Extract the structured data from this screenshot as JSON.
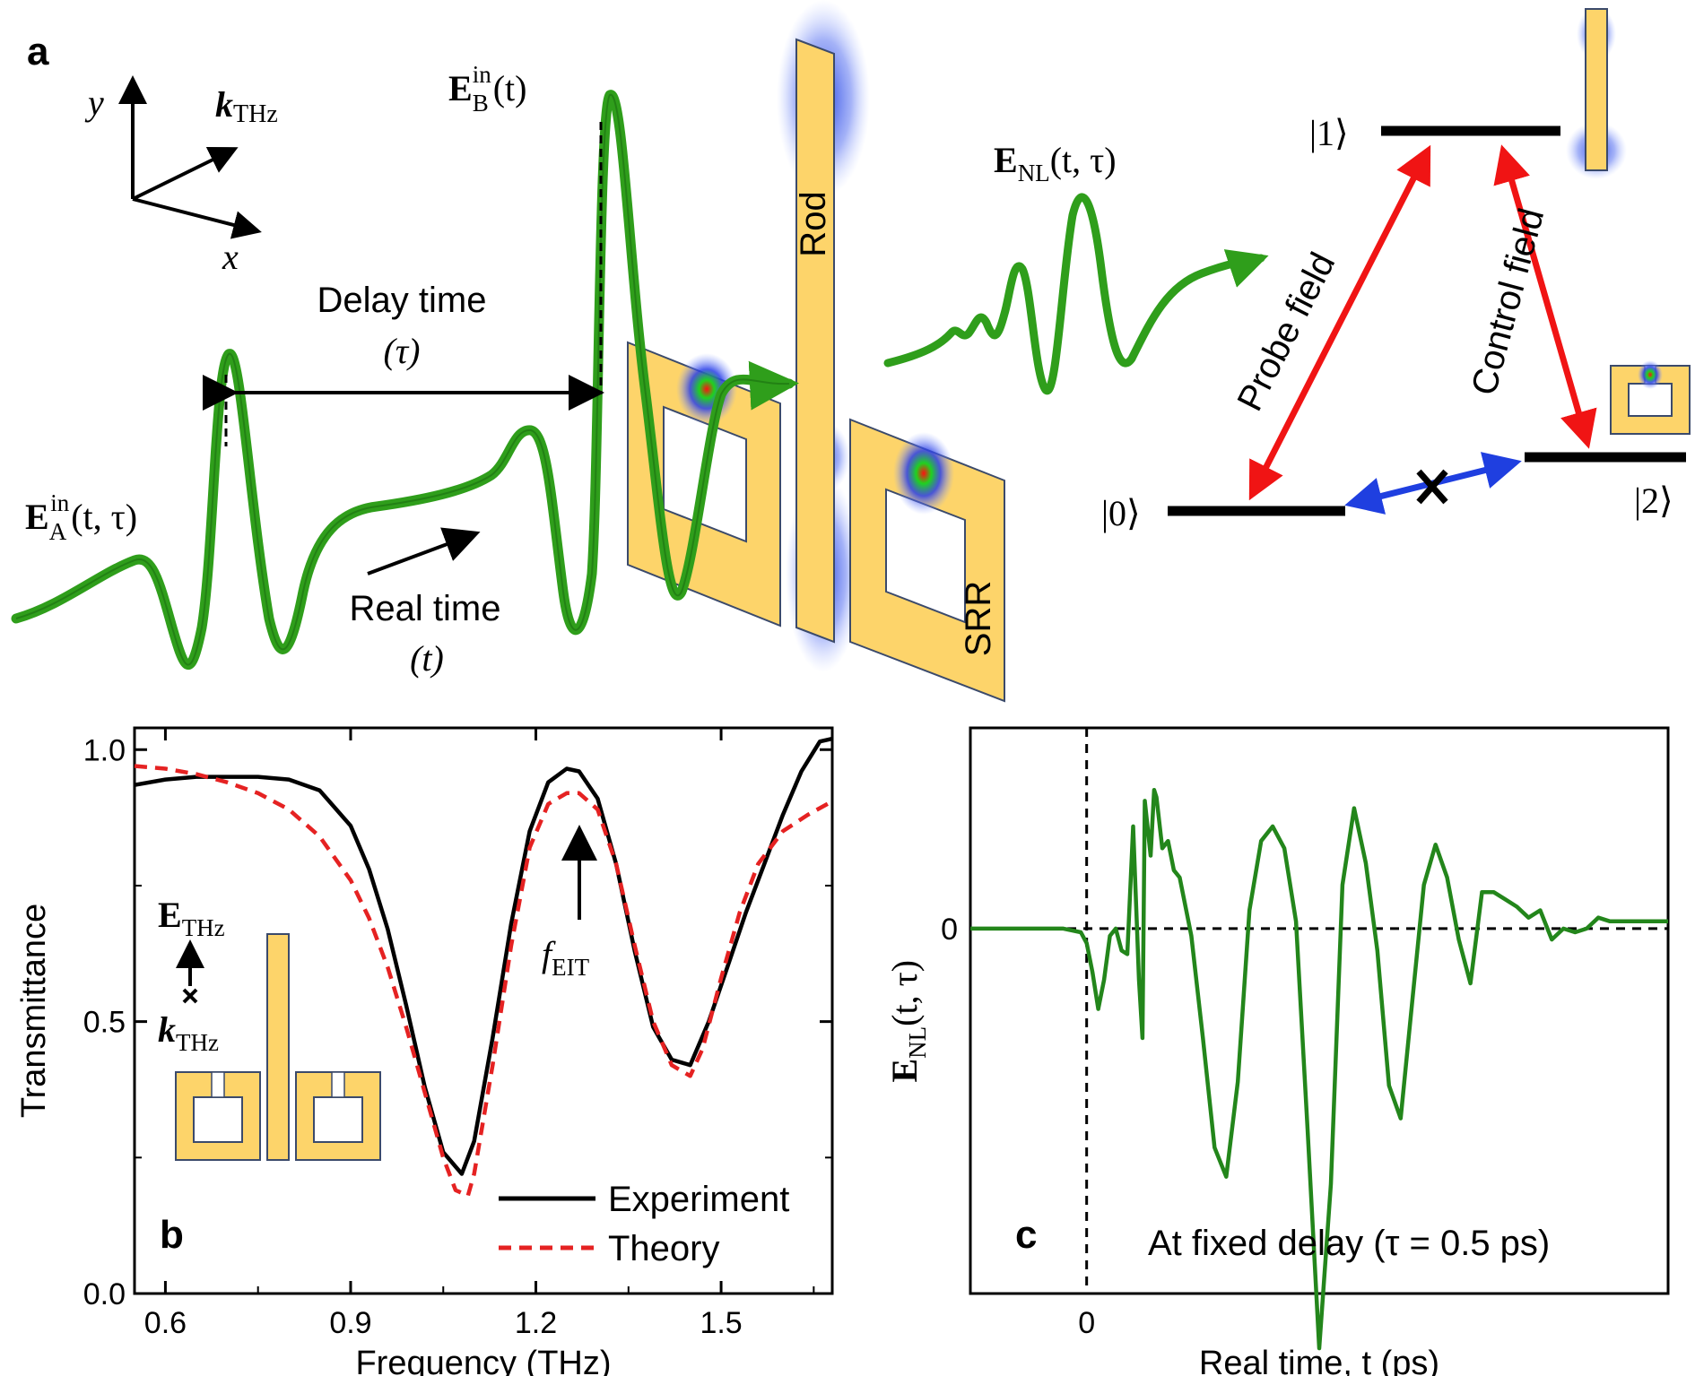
{
  "colors": {
    "gold": "#fdd46a",
    "gold_stroke": "#3b4a6b",
    "wave": "#2f9e1b",
    "wave_dark": "#1a6e10",
    "probe": "#f01414",
    "blue": "#1f3fe0",
    "experiment": "#000000",
    "theory": "#e52222",
    "panel_c_line": "#23861b"
  },
  "panel_a": {
    "letter": "a",
    "axis_y": "y",
    "axis_x": "x",
    "k_thz_k": "k",
    "k_thz_sub": "THz",
    "ea_E": "E",
    "ea_sub": "A",
    "ea_sup": "in",
    "ea_args": "(t, τ)",
    "eb_E": "E",
    "eb_sub": "B",
    "eb_sup": "in",
    "eb_args": "(t)",
    "enl_E": "E",
    "enl_sub": "NL",
    "enl_args": "(t, τ)",
    "delay_line1": "Delay time",
    "delay_line2": "(τ)",
    "real_line1": "Real time",
    "real_line2": "(t)",
    "rod_label": "Rod",
    "srr_label": "SRR",
    "level_1": "|1⟩",
    "level_0": "|0⟩",
    "level_2": "|2⟩",
    "probe_label": "Probe field",
    "control_label": "Control field"
  },
  "panel_b": {
    "letter": "b",
    "e_label_E": "E",
    "e_label_sub": "THz",
    "k_label_k": "k",
    "k_label_sub": "THz",
    "f_label_f": "f",
    "f_label_sub": "EIT"
  },
  "panel_c": {
    "letter": "c",
    "note": "At fixed delay (τ = 0.5 ps)"
  },
  "chart_data": [
    {
      "type": "line",
      "panel": "b",
      "xlabel": "Frequency (THz)",
      "ylabel": "Transmittance",
      "xlim": [
        0.55,
        1.68
      ],
      "ylim": [
        0.0,
        1.04
      ],
      "xticks": [
        "0.6",
        "0.9",
        "1.2",
        "1.5"
      ],
      "yticks": [
        "0.0",
        "0.5",
        "1.0"
      ],
      "xtick_values": [
        0.6,
        0.9,
        1.2,
        1.5
      ],
      "ytick_values": [
        0.0,
        0.5,
        1.0
      ],
      "legend": "bottom-right",
      "series": [
        {
          "name": "Experiment",
          "style": "solid",
          "x": [
            0.55,
            0.6,
            0.65,
            0.7,
            0.75,
            0.8,
            0.85,
            0.9,
            0.93,
            0.96,
            0.99,
            1.02,
            1.05,
            1.08,
            1.1,
            1.13,
            1.16,
            1.19,
            1.22,
            1.25,
            1.27,
            1.3,
            1.33,
            1.36,
            1.39,
            1.42,
            1.45,
            1.48,
            1.51,
            1.54,
            1.57,
            1.6,
            1.63,
            1.66,
            1.68
          ],
          "y": [
            0.935,
            0.945,
            0.95,
            0.95,
            0.95,
            0.945,
            0.925,
            0.86,
            0.78,
            0.67,
            0.53,
            0.38,
            0.26,
            0.22,
            0.28,
            0.47,
            0.68,
            0.85,
            0.94,
            0.965,
            0.96,
            0.91,
            0.79,
            0.63,
            0.49,
            0.43,
            0.42,
            0.5,
            0.6,
            0.7,
            0.79,
            0.88,
            0.96,
            1.015,
            1.02
          ]
        },
        {
          "name": "Theory",
          "style": "dashed",
          "x": [
            0.55,
            0.6,
            0.65,
            0.7,
            0.75,
            0.8,
            0.85,
            0.9,
            0.93,
            0.96,
            0.99,
            1.02,
            1.05,
            1.07,
            1.09,
            1.1,
            1.13,
            1.16,
            1.19,
            1.22,
            1.25,
            1.27,
            1.3,
            1.33,
            1.36,
            1.39,
            1.42,
            1.45,
            1.47,
            1.5,
            1.53,
            1.56,
            1.6,
            1.64,
            1.68
          ],
          "y": [
            0.97,
            0.965,
            0.955,
            0.94,
            0.92,
            0.89,
            0.84,
            0.76,
            0.69,
            0.6,
            0.49,
            0.37,
            0.25,
            0.19,
            0.18,
            0.22,
            0.42,
            0.64,
            0.82,
            0.9,
            0.92,
            0.92,
            0.89,
            0.79,
            0.64,
            0.5,
            0.42,
            0.4,
            0.45,
            0.58,
            0.7,
            0.79,
            0.85,
            0.88,
            0.905
          ]
        }
      ]
    },
    {
      "type": "line",
      "panel": "c",
      "xlabel": "Real time, t (ps)",
      "ylabel": "E_NL(t, τ)",
      "xlim": [
        -1.0,
        5.0
      ],
      "ylim": [
        -1.0,
        0.55
      ],
      "xticks": [
        "0"
      ],
      "yticks": [
        "0"
      ],
      "xtick_values": [
        0
      ],
      "ytick_values": [
        0
      ],
      "grid": false,
      "series": [
        {
          "x": [
            -1.0,
            -0.5,
            -0.2,
            -0.05,
            0.0,
            0.05,
            0.1,
            0.15,
            0.2,
            0.25,
            0.3,
            0.35,
            0.4,
            0.45,
            0.48,
            0.5,
            0.55,
            0.58,
            0.6,
            0.65,
            0.7,
            0.75,
            0.8,
            0.9,
            1.0,
            1.1,
            1.2,
            1.3,
            1.4,
            1.5,
            1.6,
            1.7,
            1.8,
            1.9,
            2.0,
            2.1,
            2.2,
            2.3,
            2.4,
            2.5,
            2.6,
            2.7,
            2.8,
            2.9,
            3.0,
            3.1,
            3.2,
            3.3,
            3.4,
            3.5,
            3.6,
            3.7,
            3.8,
            3.9,
            4.0,
            4.1,
            4.2,
            4.3,
            4.4,
            4.5,
            4.6,
            4.7,
            4.8,
            4.9,
            5.0
          ],
          "y": [
            0.0,
            0.0,
            0.0,
            -0.01,
            -0.04,
            -0.12,
            -0.22,
            -0.14,
            -0.02,
            0.0,
            -0.06,
            -0.07,
            0.28,
            -0.14,
            -0.3,
            0.35,
            0.2,
            0.38,
            0.36,
            0.22,
            0.24,
            0.16,
            0.14,
            -0.02,
            -0.3,
            -0.6,
            -0.68,
            -0.42,
            0.05,
            0.24,
            0.28,
            0.22,
            0.02,
            -0.55,
            -1.15,
            -0.7,
            0.12,
            0.33,
            0.18,
            -0.06,
            -0.43,
            -0.52,
            -0.2,
            0.12,
            0.23,
            0.14,
            -0.03,
            -0.15,
            0.1,
            0.1,
            0.08,
            0.06,
            0.03,
            0.05,
            -0.03,
            0.0,
            -0.01,
            0.0,
            0.03,
            0.02,
            0.02,
            0.02,
            0.02,
            0.02,
            0.02
          ]
        }
      ]
    }
  ]
}
